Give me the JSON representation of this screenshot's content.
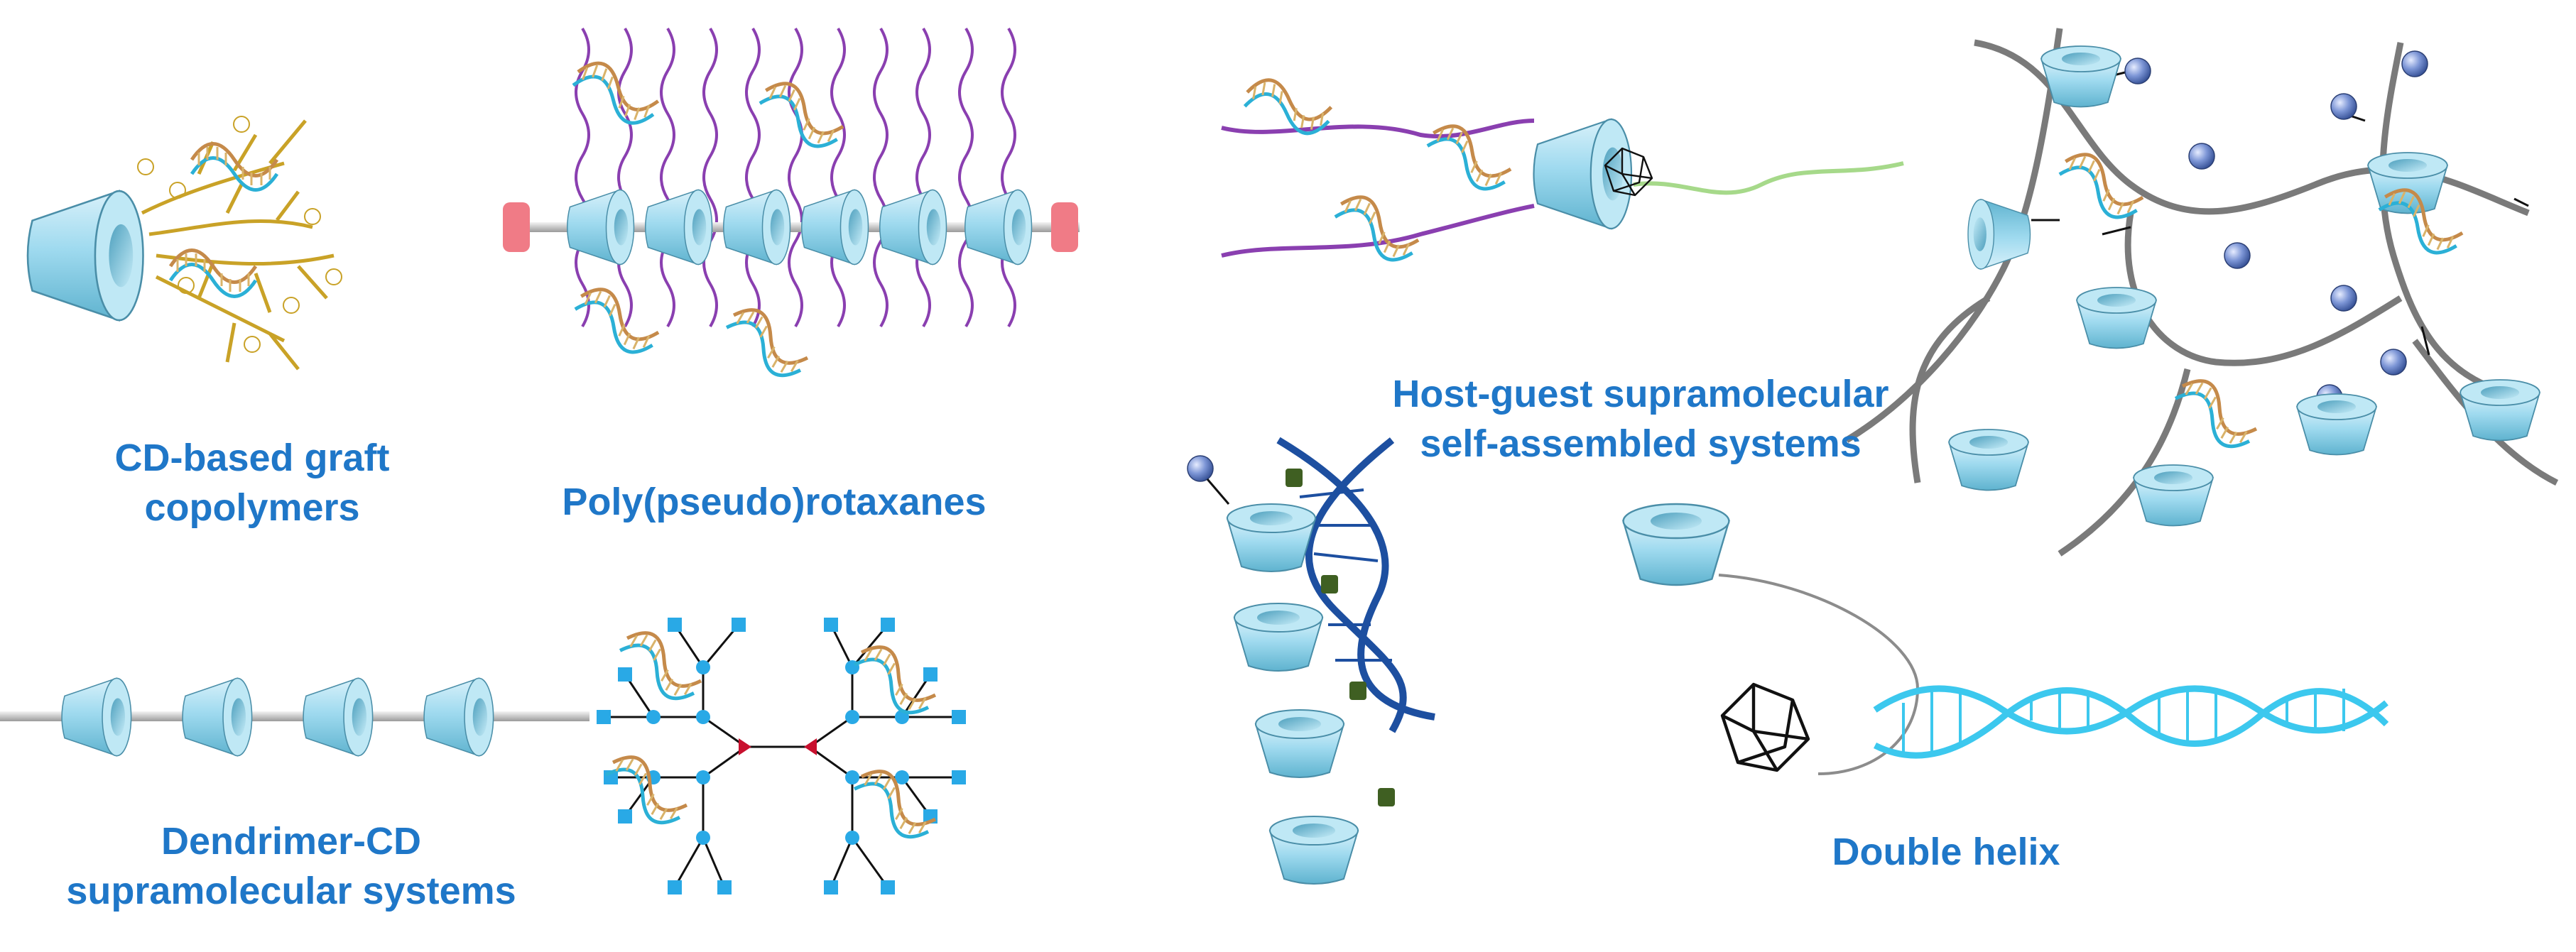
{
  "labels": {
    "graft": [
      "CD-based graft",
      "copolymers"
    ],
    "rotaxane": [
      "Poly(pseudo)rotaxanes"
    ],
    "dendrimer": [
      "Dendrimer-CD",
      "supramolecular systems"
    ],
    "hostguest": [
      "Host-guest supramolecular",
      "self-assembled systems"
    ],
    "doublehelix": [
      "Double helix"
    ]
  },
  "colors": {
    "label_text": "#1f77c8",
    "cyclodextrin": "#8fd3ea",
    "polymer_chain_gold": "#c9a227",
    "polymer_chain_purple": "#8a3fb0",
    "stopper": "#f07b86",
    "dendrimer_node": "#29a9e6",
    "dendrimer_core": "#c8102e",
    "dna_dark_blue": "#1d4fa0",
    "dna_cyan": "#3cc8ee",
    "guest_sphere": "#5f7fc4",
    "network_chain": "#7a7a7a",
    "green_tail": "#a6d98a"
  },
  "icons": [
    "cyclodextrin-cone-icon",
    "sirna-helix-icon",
    "adamantane-cage-icon",
    "guest-sphere-icon"
  ]
}
